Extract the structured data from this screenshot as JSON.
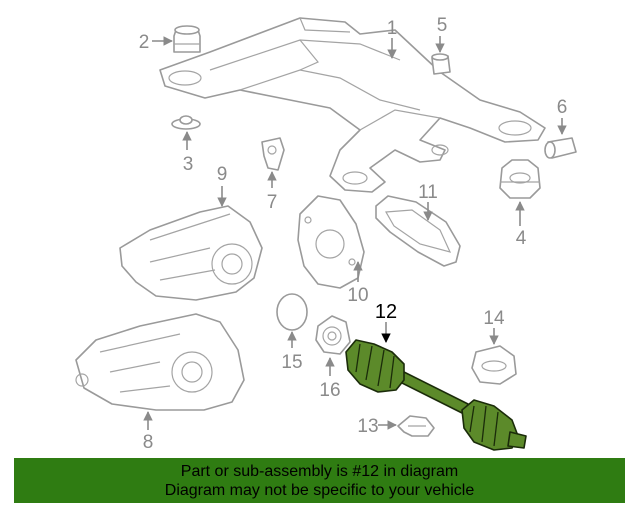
{
  "colors": {
    "banner_bg": "#2f7c12",
    "highlight_part": "#5c8a2a",
    "callout_text": "#8a8a8a",
    "highlight_callout": "#000000"
  },
  "callouts": {
    "c1": "1",
    "c2": "2",
    "c3": "3",
    "c4": "4",
    "c5": "5",
    "c6": "6",
    "c7": "7",
    "c8": "8",
    "c9": "9",
    "c10": "10",
    "c11": "11",
    "c12": "12",
    "c13": "13",
    "c14": "14",
    "c15": "15",
    "c16": "16"
  },
  "highlighted_part": "12",
  "banner": {
    "line1": "Part or sub-assembly is #12 in diagram",
    "line2": "Diagram may not be specific to your vehicle"
  }
}
